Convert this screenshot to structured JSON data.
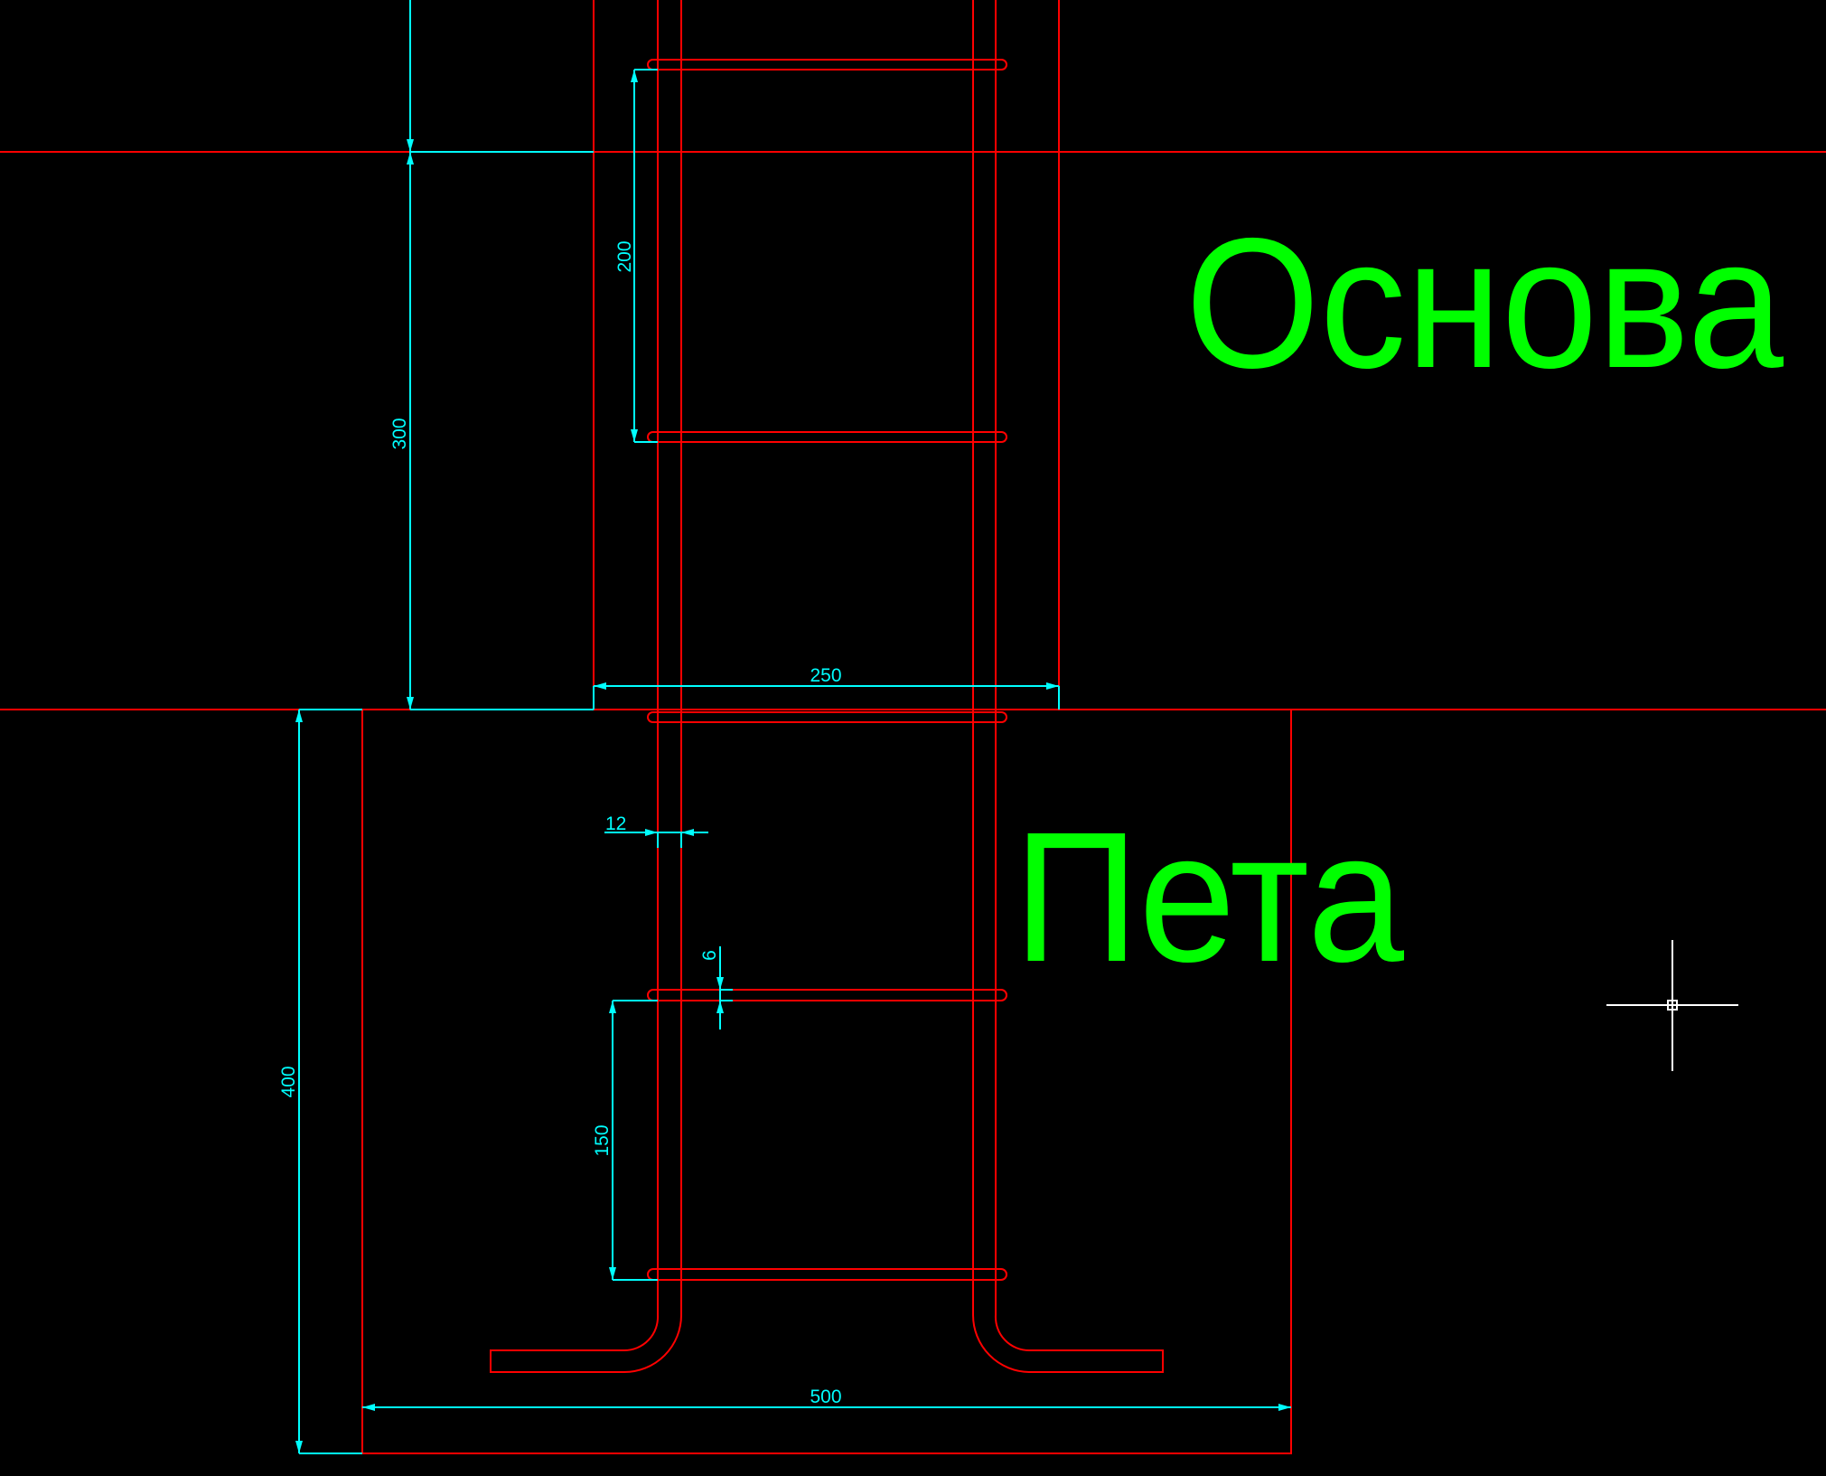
{
  "labels": {
    "base": "Основа",
    "heel": "Пета"
  },
  "dimensions": {
    "d300": "300",
    "d200": "200",
    "d250": "250",
    "d400": "400",
    "d150": "150",
    "d500": "500",
    "d12": "12",
    "d6": "6"
  },
  "colors": {
    "geometry": "#ff0000",
    "dimensions": "#00ffff",
    "text": "#00ff00",
    "background": "#000000",
    "cursor": "#ffffff"
  }
}
